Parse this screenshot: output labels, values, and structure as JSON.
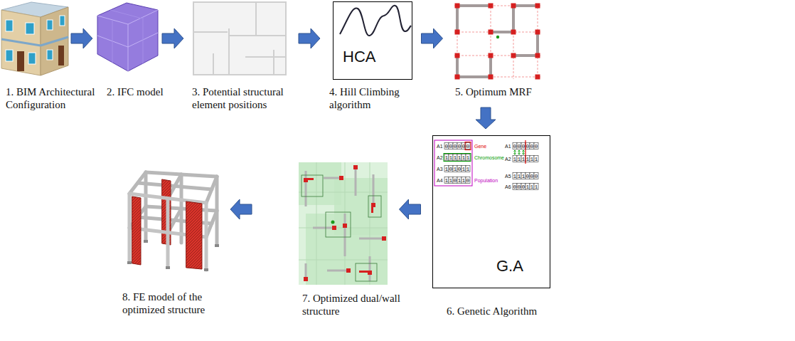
{
  "diagram": {
    "nodes": [
      {
        "text": [
          "1. BIM Architectural Configuration"
        ]
      },
      {
        "text": [
          "2. IFC model"
        ]
      },
      {
        "text": [
          "3. Potential structural element positions"
        ]
      },
      {
        "text": [
          "HCA",
          "4. Hill Climbing algorithm"
        ]
      },
      {
        "text": [
          "5. Optimum MRF"
        ]
      },
      {
        "text": [
          "G.A",
          "6. Genetic Algorithm"
        ]
      },
      {
        "text": [
          "7. Optimized dual/wall structure"
        ]
      },
      {
        "text": [
          "8. FE model of the optimized structure"
        ]
      }
    ],
    "edges": [
      {
        "from": 0,
        "to": 1,
        "arrow": "to"
      },
      {
        "from": 1,
        "to": 2,
        "arrow": "to"
      },
      {
        "from": 2,
        "to": 3,
        "arrow": "to"
      },
      {
        "from": 3,
        "to": 4,
        "arrow": "to"
      },
      {
        "from": 4,
        "to": 5,
        "arrow": "to"
      },
      {
        "from": 5,
        "to": 6,
        "arrow": "to"
      },
      {
        "from": 6,
        "to": 7,
        "arrow": "to"
      }
    ],
    "labels": [
      "A1",
      "000000",
      "A2",
      "111111",
      "A3",
      "101011",
      "A4",
      "110110",
      "Gene",
      "Chromosome",
      "Population",
      "A1",
      "000000",
      "A2",
      "111111",
      "A5",
      "111000",
      "A6",
      "000111"
    ]
  }
}
